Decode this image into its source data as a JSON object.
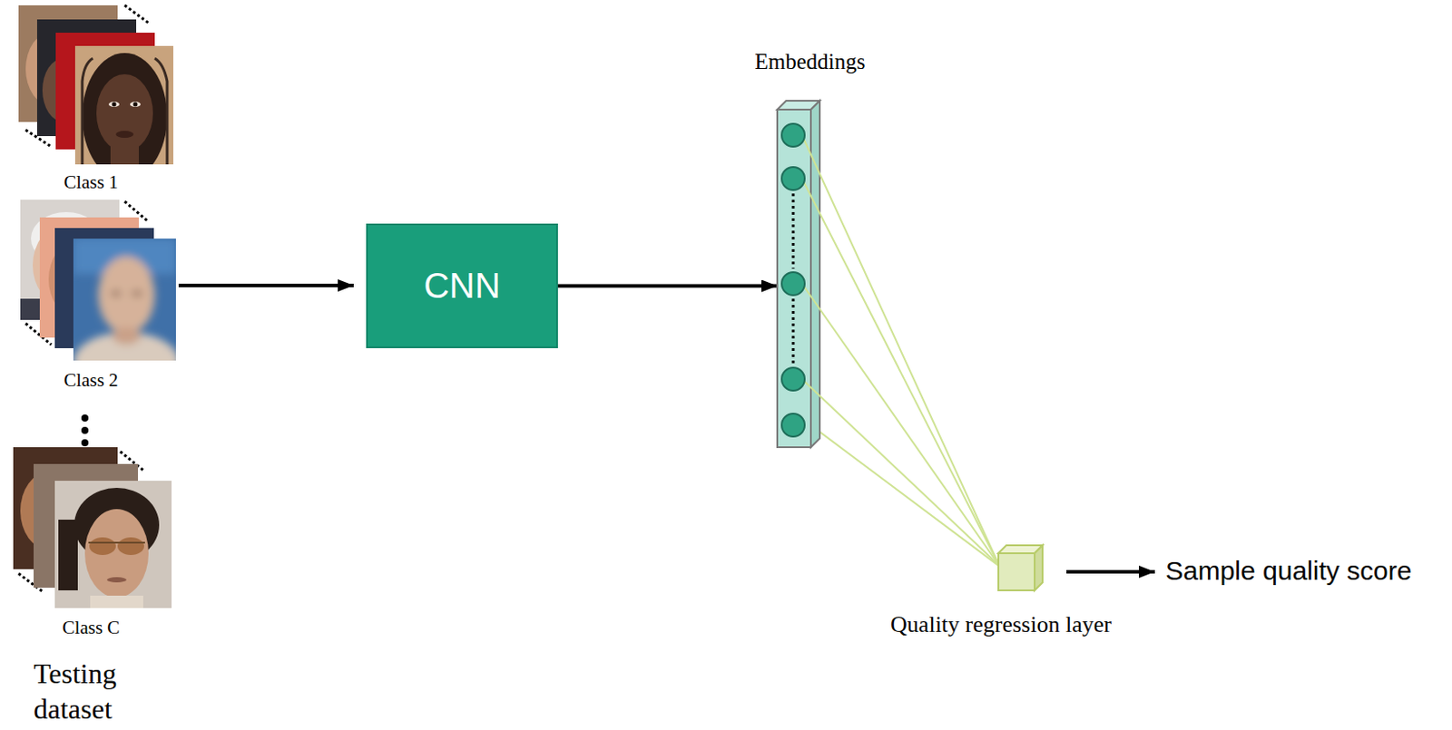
{
  "diagram": {
    "nodes": [
      {
        "text": [
          "CNN"
        ]
      },
      {
        "text": [
          "Embeddings"
        ]
      },
      {
        "text": [
          "Quality regression layer"
        ]
      }
    ],
    "edges": [
      {
        "from": 0,
        "to": 1,
        "arrow": "to"
      },
      {
        "from": 1,
        "to": 2,
        "arrow": "none"
      }
    ],
    "labels": [
      "Class 1",
      "Class 2",
      "Class C",
      "Testing dataset",
      "Sample quality score"
    ]
  }
}
